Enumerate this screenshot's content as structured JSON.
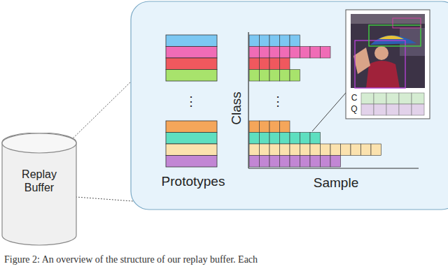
{
  "diagram": {
    "caption": "Figure 2: An overview of the structure of our replay buffer. Each",
    "nodes": [
      {
        "text": [
          "Replay Buffer"
        ]
      }
    ],
    "edges": [],
    "labels": [
      "Prototypes",
      "Class",
      "Sample",
      "⋮",
      "⋮",
      "C",
      "Q"
    ]
  }
}
